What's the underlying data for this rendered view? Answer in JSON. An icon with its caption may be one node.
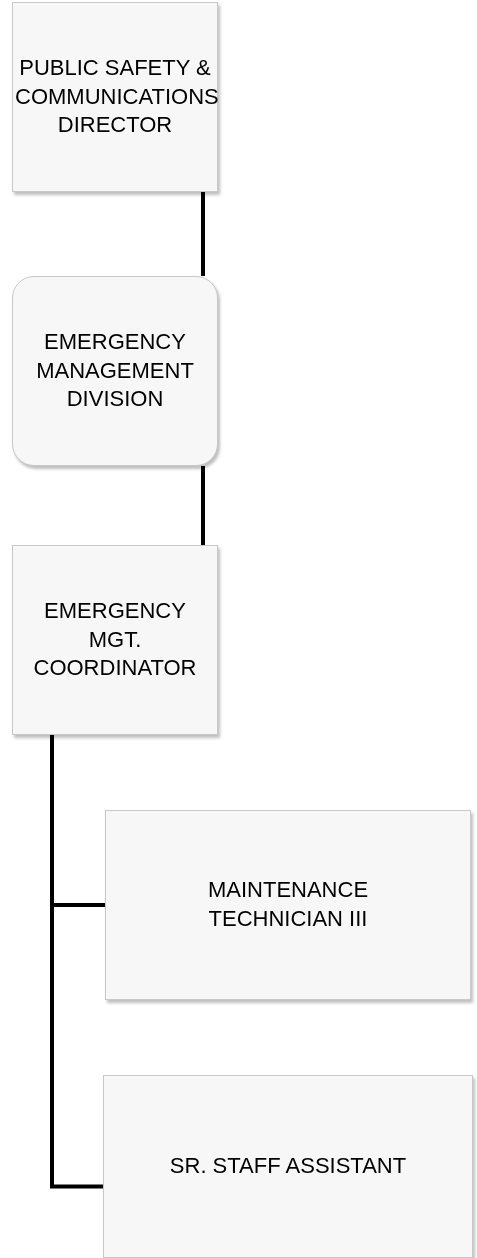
{
  "diagram": {
    "nodes": [
      {
        "text": [
          "PUBLIC SAFETY & COMMUNICATIONS DIRECTOR"
        ]
      },
      {
        "text": [
          "EMERGENCY MANAGEMENT DIVISION"
        ]
      },
      {
        "text": [
          "EMERGENCY MGT. COORDINATOR"
        ]
      },
      {
        "text": [
          "MAINTENANCE TECHNICIAN III"
        ]
      },
      {
        "text": [
          "SR. STAFF ASSISTANT"
        ]
      }
    ],
    "edges": [
      {
        "from": 0,
        "to": 1,
        "arrow": "none"
      },
      {
        "from": 1,
        "to": 2,
        "arrow": "none"
      },
      {
        "from": 2,
        "to": 3,
        "arrow": "none"
      },
      {
        "from": 2,
        "to": 4,
        "arrow": "none"
      }
    ]
  }
}
